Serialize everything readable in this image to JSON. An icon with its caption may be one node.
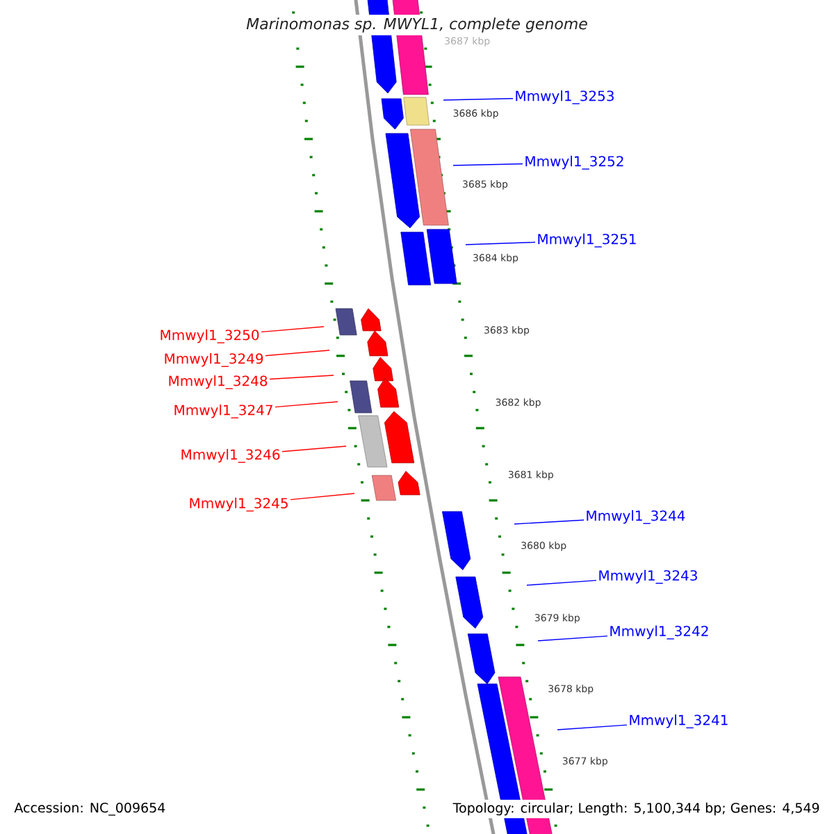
{
  "diagram": {
    "title": "Marinomonas sp. MWYL1, complete genome",
    "nodes": [
      {
        "text": [
          "Mmwyl1_3253"
        ]
      },
      {
        "text": [
          "Mmwyl1_3252"
        ]
      },
      {
        "text": [
          "Mmwyl1_3251"
        ]
      },
      {
        "text": [
          "Mmwyl1_3250"
        ]
      },
      {
        "text": [
          "Mmwyl1_3249"
        ]
      },
      {
        "text": [
          "Mmwyl1_3248"
        ]
      },
      {
        "text": [
          "Mmwyl1_3247"
        ]
      },
      {
        "text": [
          "Mmwyl1_3246"
        ]
      },
      {
        "text": [
          "Mmwyl1_3245"
        ]
      },
      {
        "text": [
          "Mmwyl1_3244"
        ]
      },
      {
        "text": [
          "Mmwyl1_3243"
        ]
      },
      {
        "text": [
          "Mmwyl1_3242"
        ]
      },
      {
        "text": [
          "Mmwyl1_3241"
        ]
      }
    ],
    "edges": [
      {
        "from": 0,
        "to": null,
        "arrow": "none"
      },
      {
        "from": 1,
        "to": null,
        "arrow": "none"
      },
      {
        "from": 2,
        "to": null,
        "arrow": "none"
      },
      {
        "from": 3,
        "to": null,
        "arrow": "none",
        "color": "#ff0000"
      },
      {
        "from": 4,
        "to": null,
        "arrow": "none",
        "color": "#ff0000"
      },
      {
        "from": 5,
        "to": null,
        "arrow": "none",
        "color": "#ff0000"
      },
      {
        "from": 6,
        "to": null,
        "arrow": "none",
        "color": "#ff0000"
      },
      {
        "from": 7,
        "to": null,
        "arrow": "none",
        "color": "#ff0000"
      },
      {
        "from": 8,
        "to": null,
        "arrow": "none",
        "color": "#ff0000"
      },
      {
        "from": 9,
        "to": null,
        "arrow": "none"
      },
      {
        "from": 10,
        "to": null,
        "arrow": "none"
      },
      {
        "from": 11,
        "to": null,
        "arrow": "none"
      },
      {
        "from": 12,
        "to": null,
        "arrow": "none"
      }
    ],
    "labels": [
      "3687 kbp",
      "3686 kbp",
      "3685 kbp",
      "3684 kbp",
      "3683 kbp",
      "3682 kbp",
      "3681 kbp",
      "3680 kbp",
      "3679 kbp",
      "3678 kbp",
      "3677 kbp",
      "Accession: NC_009654",
      "Topology: circular; Length: 5,100,344 bp; Genes: 4,549"
    ]
  }
}
